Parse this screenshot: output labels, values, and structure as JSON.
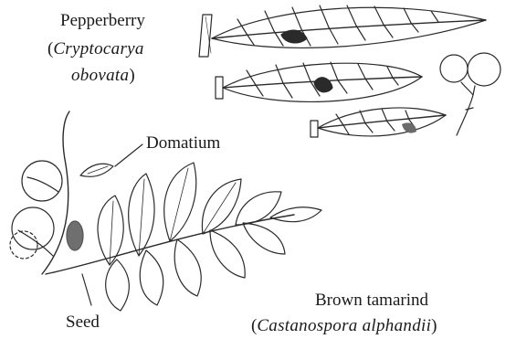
{
  "pepperberry": {
    "common_name": "Pepperberry",
    "open_paren": "(",
    "scientific_line1": "Cryptocarya",
    "scientific_line2": "obovata",
    "close_paren": ")"
  },
  "brown_tamarind": {
    "common_name": "Brown tamarind",
    "open_paren": "(",
    "scientific_name": "Castanospora alphandii",
    "close_paren": ")"
  },
  "labels": {
    "domatium": "Domatium",
    "seed": "Seed"
  }
}
